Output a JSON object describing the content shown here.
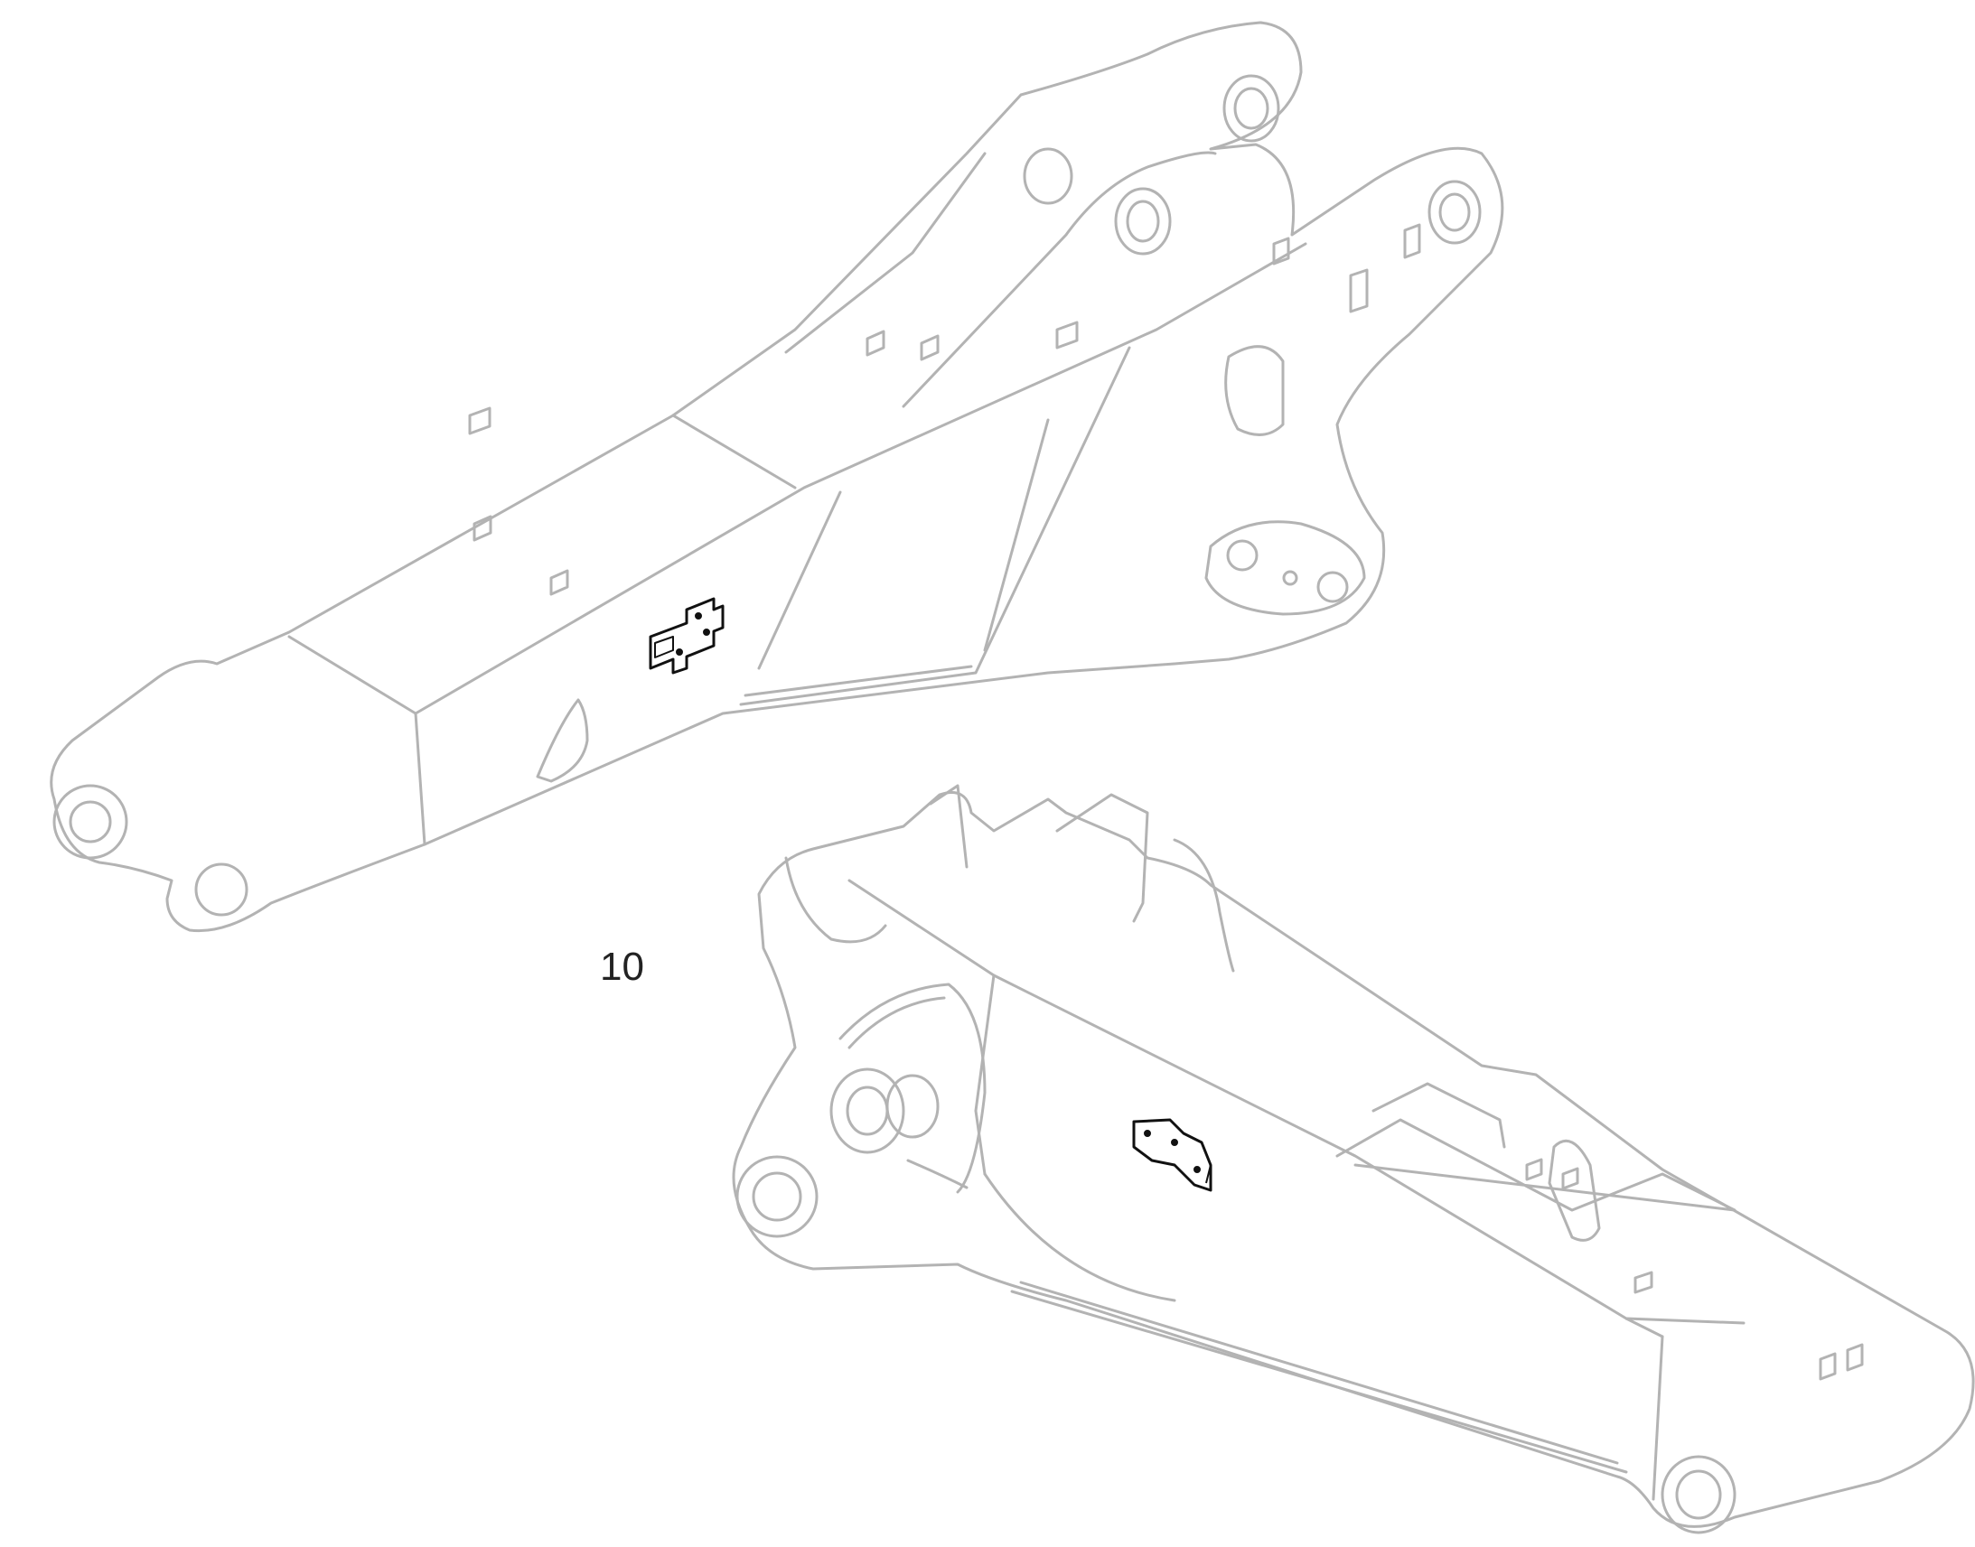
{
  "callout": {
    "label": "10"
  },
  "colors": {
    "line": "#b3b3b3",
    "highlight": "#111111",
    "text": "#222222",
    "background": "#ffffff"
  },
  "parts": [
    {
      "name": "upper-boom-arm",
      "highlighted_component": "plate-bracket"
    },
    {
      "name": "lower-boom-arm",
      "highlighted_component": "plate-bracket"
    }
  ]
}
